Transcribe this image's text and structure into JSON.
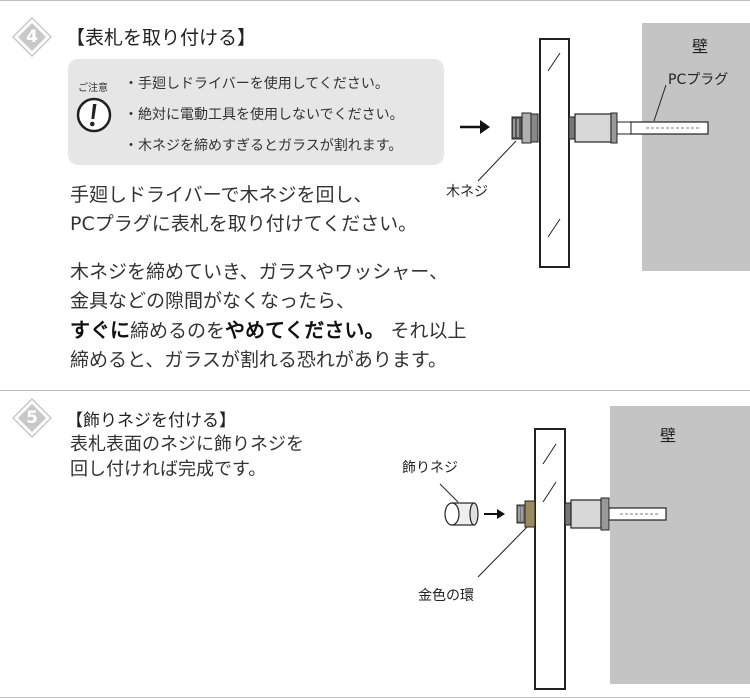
{
  "step4": {
    "number": "4",
    "title": "【表札を取り付ける】",
    "caution": {
      "label": "ご注意",
      "icon": "exclamation-icon",
      "items": [
        "・手廻しドライバーを使用してください。",
        "・絶対に電動工具を使用しないでください。",
        "・木ネジを締めすぎるとガラスが割れます。"
      ]
    },
    "instruction_lines": [
      "手廻しドライバーで木ネジを回し、",
      "PCプラグに表札を取り付けてください。"
    ],
    "warning_lines": [
      "木ネジを締めていき、ガラスやワッシャー、",
      "金具などの隙間がなくなったら、"
    ],
    "warning_line3_bold1": "すぐに",
    "warning_line3_mid": "締めるのを",
    "warning_line3_bold2": "やめてください。",
    "warning_line3_end": "それ以上",
    "warning_line4": "締めると、ガラスが割れる恐れがあります。",
    "diagram": {
      "wall_label": "壁",
      "plug_label": "PCプラグ",
      "screw_label": "木ネジ",
      "arrow": "→"
    }
  },
  "step5": {
    "number": "5",
    "title": "【飾りネジを付ける】",
    "lines": [
      "表札表面のネジに飾りネジを",
      "回し付ければ完成です。"
    ],
    "diagram": {
      "wall_label": "壁",
      "cap_label": "飾りネジ",
      "ring_label": "金色の環",
      "arrow": "→"
    }
  },
  "colors": {
    "badge_fill": "#c8c8c8",
    "wall_fill": "#c4c4c4",
    "caution_bg": "#e6e6e6",
    "divider": "#bdbdbd"
  }
}
